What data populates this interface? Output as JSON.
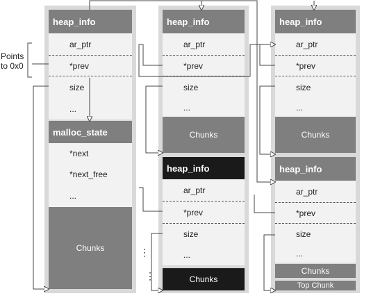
{
  "colors": {
    "frame": "#d9d9d9",
    "header": "#7f7f7f",
    "header_dark": "#1a1a1a",
    "field": "#f2f2f2",
    "line": "#555555"
  },
  "side_label": {
    "line1": "Points",
    "line2": "to 0x0"
  },
  "col1": {
    "header": "heap_info",
    "ar_ptr": "ar_ptr",
    "prev": "*prev",
    "size": "size",
    "dots": "...",
    "state_header": "malloc_state",
    "next": "*next",
    "next_free": "*next_free",
    "dots2": "...",
    "chunks": "Chunks"
  },
  "col2": {
    "header": "heap_info",
    "ar_ptr": "ar_ptr",
    "prev": "*prev",
    "size": "size",
    "dots": "...",
    "chunks": "Chunks",
    "header2": "heap_info",
    "ar_ptr2": "ar_ptr",
    "prev2": "*prev",
    "size2": "size",
    "dots2": "...",
    "chunks2": "Chunks"
  },
  "col3": {
    "header": "heap_info",
    "ar_ptr": "ar_ptr",
    "prev": "*prev",
    "size": "size",
    "dots": "...",
    "chunks": "Chunks",
    "header2": "heap_info",
    "ar_ptr2": "ar_ptr",
    "prev2": "*prev",
    "size2": "size",
    "dots2": "...",
    "chunks2": "Chunks",
    "top_chunk": "Top Chunk"
  },
  "vertical_dots": "⋮"
}
